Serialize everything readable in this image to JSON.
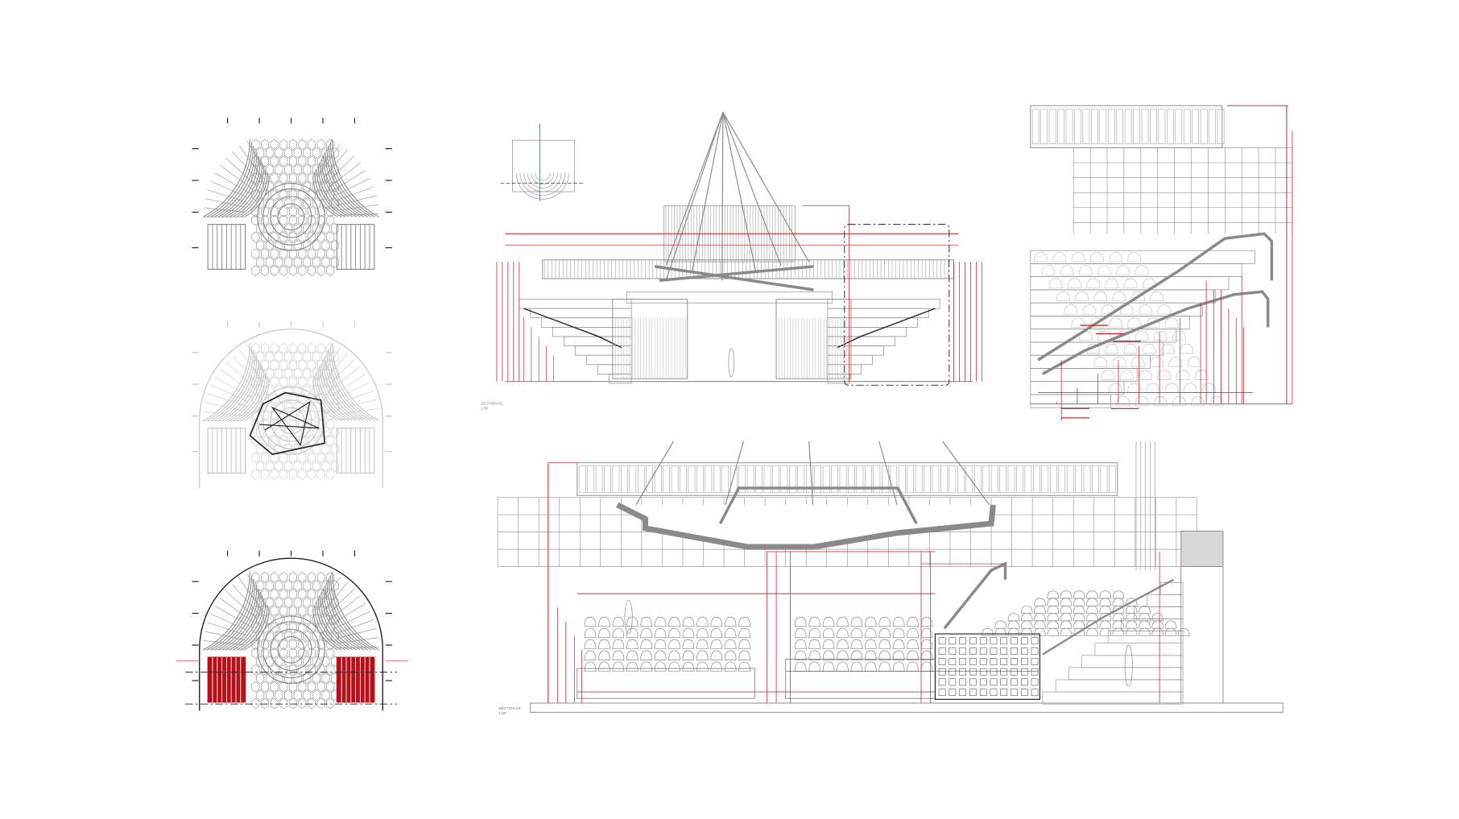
{
  "sheet": {
    "colors": {
      "line": "#8a8a8a",
      "faded": "#c4c4c4",
      "dim": "#d0141a",
      "ink": "#222222",
      "fill_red": "#b3121a",
      "marker": "#2a4fa0"
    },
    "plans": [
      {
        "name": "plan-seating",
        "variant": "normal"
      },
      {
        "name": "plan-canopy",
        "variant": "faded"
      },
      {
        "name": "plan-section-cuts",
        "variant": "highlight"
      }
    ],
    "sections": [
      {
        "title": "SECTION 01",
        "scale": "1:50"
      },
      {
        "title": "SECTION 04",
        "scale": "1:50"
      }
    ]
  }
}
